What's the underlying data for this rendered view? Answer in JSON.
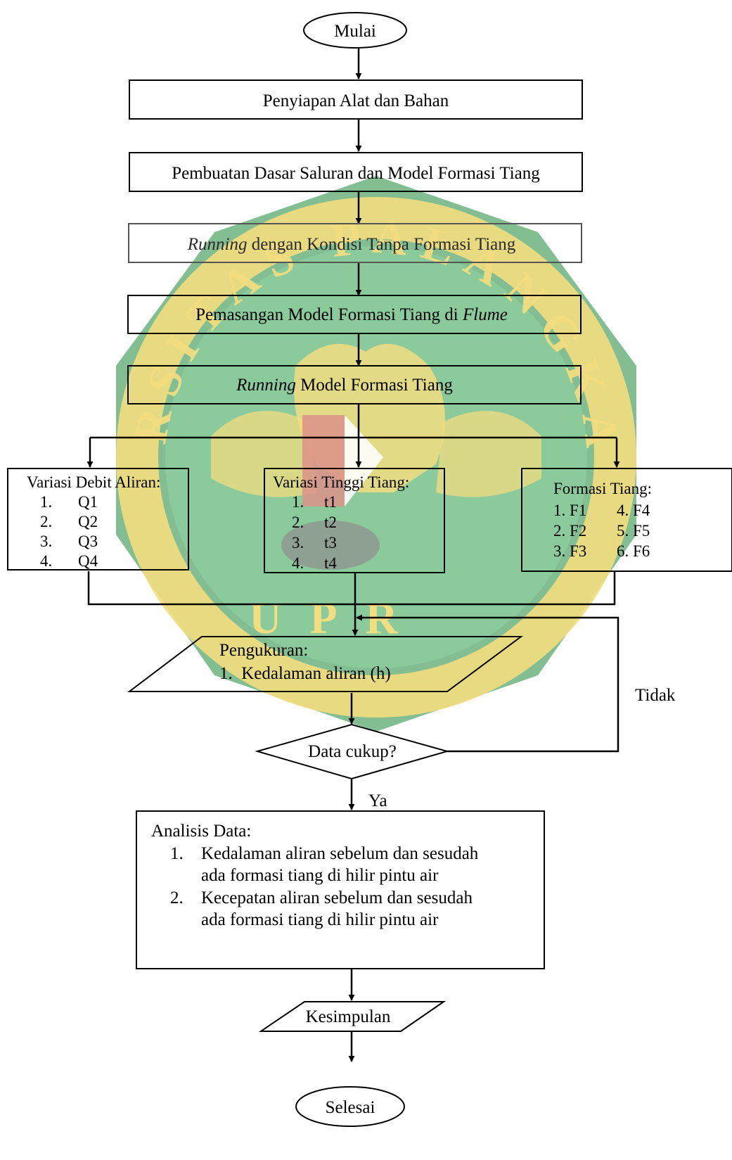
{
  "colors": {
    "stroke": "#000000",
    "text": "#000000",
    "text_faded": "#2a2a2a",
    "watermark_green": "#1f8a3a",
    "watermark_yellow": "#e8c21a",
    "watermark_red": "#c0392b",
    "background": "#ffffff"
  },
  "watermark": {
    "kind": "university-seal",
    "ring_text_top": "UNIVERSITAS PALANGKA RAYA",
    "ring_text_bottom": "UPR"
  },
  "flowchart": {
    "start": "Mulai",
    "step_prepare": "Penyiapan Alat dan Bahan",
    "step_build": "Pembuatan Dasar Saluran dan Model Formasi Tiang",
    "step_run_without": {
      "italic": "Running",
      "rest": " dengan Kondisi Tanpa Formasi Tiang"
    },
    "step_install": {
      "text": "Pemasangan Model Formasi Tiang di ",
      "italic": "Flume"
    },
    "step_run_model": {
      "italic": "Running",
      "rest": " Model Formasi Tiang"
    },
    "variation_debit": {
      "title": "Variasi Debit Aliran:",
      "items": [
        {
          "num": "1.",
          "label": "Q1"
        },
        {
          "num": "2.",
          "label": "Q2"
        },
        {
          "num": "3.",
          "label": "Q3"
        },
        {
          "num": "4.",
          "label": "Q4"
        }
      ]
    },
    "variation_height": {
      "title": "Variasi Tinggi Tiang:",
      "items": [
        {
          "num": "1.",
          "label": "t1"
        },
        {
          "num": "2.",
          "label": "t2"
        },
        {
          "num": "3.",
          "label": "t3"
        },
        {
          "num": "4.",
          "label": "t4"
        }
      ]
    },
    "variation_formation": {
      "title": "Formasi Tiang:",
      "rows": [
        {
          "left": "1.  F1",
          "right": "4. F4"
        },
        {
          "left": "2.  F2",
          "right": "5. F5"
        },
        {
          "left": "3.  F3",
          "right": "6. F6"
        }
      ]
    },
    "measurement": {
      "title": "Pengukuran:",
      "items": [
        "1.  Kedalaman aliran (h)"
      ]
    },
    "decision": "Data cukup?",
    "label_no": "Tidak",
    "label_yes": "Ya",
    "analysis": {
      "title": "Analisis Data:",
      "items": [
        {
          "num": "1.",
          "line1": "Kedalaman aliran sebelum dan sesudah",
          "line2": "ada formasi tiang di hilir pintu air"
        },
        {
          "num": "2.",
          "line1": "Kecepatan aliran sebelum dan sesudah",
          "line2": "ada formasi tiang di hilir pintu air"
        }
      ]
    },
    "conclusion": "Kesimpulan",
    "end": "Selesai"
  }
}
